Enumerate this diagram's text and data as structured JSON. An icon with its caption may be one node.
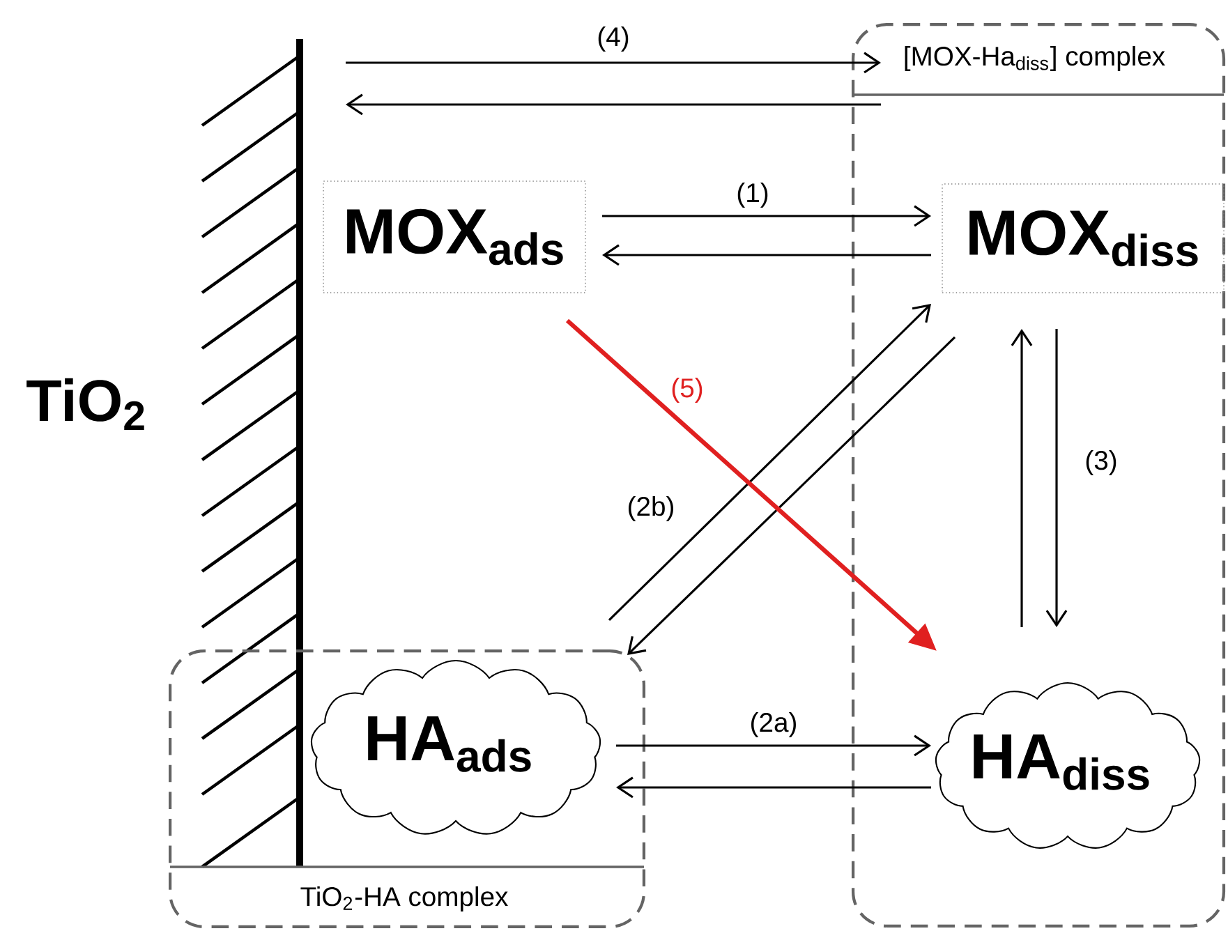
{
  "diagram": {
    "nodes": [
      {
        "text": [],
        "shape": "bar"
      },
      {
        "text": [
          "[MOX-Ha$_{diss}$] complex"
        ]
      },
      {
        "text": [
          "MOX$_{ads}$"
        ]
      },
      {
        "text": [
          "MOX$_{diss}$"
        ],
        "in": 1
      },
      {
        "text": [
          "TiO$_{2}$-HA complex"
        ]
      },
      {
        "text": [
          "HA$_{ads}$"
        ],
        "in": 4
      },
      {
        "text": [
          "HA$_{diss}$"
        ],
        "in": 1
      }
    ],
    "edges": [
      {
        "from": 0,
        "to": 1,
        "arrow": "to",
        "label": "(4)"
      },
      {
        "from": 1,
        "to": 0,
        "arrow": "to"
      },
      {
        "from": 2,
        "to": 3,
        "arrow": "to",
        "label": "(1)"
      },
      {
        "from": 3,
        "to": 2,
        "arrow": "to"
      },
      {
        "from": 5,
        "to": 3,
        "arrow": "to",
        "label": "(2b)"
      },
      {
        "from": 3,
        "to": 5,
        "arrow": "to"
      },
      {
        "from": 6,
        "to": 3,
        "arrow": "to"
      },
      {
        "from": 3,
        "to": 6,
        "arrow": "to",
        "label": "(3)"
      },
      {
        "from": 5,
        "to": 6,
        "arrow": "to",
        "label": "(2a)"
      },
      {
        "from": 6,
        "to": 5,
        "arrow": "to"
      },
      {
        "from": 2,
        "to": 6,
        "arrow": "to",
        "label": "(5)",
        "style": "thick",
        "color": "#e02020"
      }
    ],
    "labels": [
      "TiO$_{2}$"
    ]
  }
}
